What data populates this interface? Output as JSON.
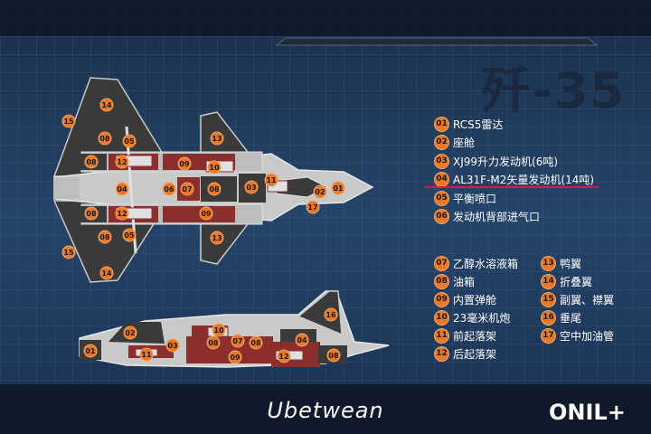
{
  "header": {
    "title_art": "歼-35"
  },
  "legend_col1": [
    {
      "num": "01",
      "label": "RCS5雷达"
    },
    {
      "num": "02",
      "label": "座舱"
    },
    {
      "num": "03",
      "label": "XJ99升力发动机(6吨)"
    },
    {
      "num": "04",
      "label": "AL31F-M2矢量发动机(14吨)"
    },
    {
      "num": "05",
      "label": "平衡喷口"
    },
    {
      "num": "06",
      "label": "发动机背部进气口"
    }
  ],
  "legend_col2": [
    {
      "num": "07",
      "label": "乙醇水溶液箱"
    },
    {
      "num": "08",
      "label": "油箱"
    },
    {
      "num": "09",
      "label": "内置弹舱"
    },
    {
      "num": "10",
      "label": "23毫米机炮"
    },
    {
      "num": "11",
      "label": "前起落架"
    },
    {
      "num": "12",
      "label": "后起落架"
    }
  ],
  "legend_col3": [
    {
      "num": "13",
      "label": "鸭翼"
    },
    {
      "num": "14",
      "label": "折叠翼"
    },
    {
      "num": "15",
      "label": "副翼、襟翼"
    },
    {
      "num": "16",
      "label": "垂尾"
    },
    {
      "num": "17",
      "label": "空中加油管"
    }
  ],
  "footer": {
    "brand": "Ubetwean",
    "logo": "ONIL+"
  },
  "colors": {
    "accent": "#e8792b",
    "highlight": "#d8202a",
    "bay": "#8b2e2e",
    "panel": "#3a3a3a"
  }
}
